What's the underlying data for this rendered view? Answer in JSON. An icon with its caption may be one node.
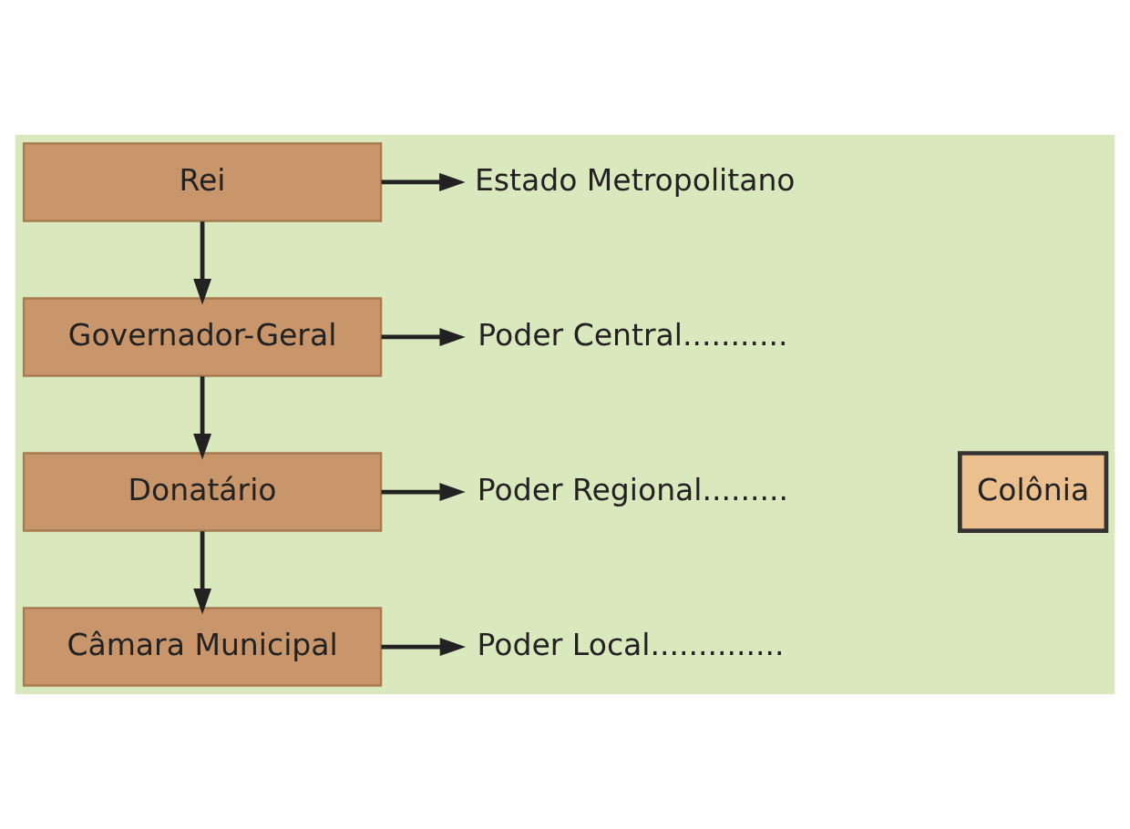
{
  "diagram": {
    "nodes": [
      {
        "text": [
          "Rei"
        ]
      },
      {
        "text": [
          "Governador-Geral"
        ]
      },
      {
        "text": [
          "Donatário"
        ]
      },
      {
        "text": [
          "Câmara Municipal"
        ]
      },
      {
        "text": [
          "Estado Metropolitano"
        ]
      },
      {
        "text": [
          "Poder Central..........."
        ]
      },
      {
        "text": [
          "Poder Regional........."
        ]
      },
      {
        "text": [
          "Poder Local.............."
        ]
      },
      {
        "text": [
          "Colônia"
        ]
      }
    ],
    "edges": [
      {
        "from": 0,
        "to": 1,
        "arrow": "to"
      },
      {
        "from": 1,
        "to": 2,
        "arrow": "to"
      },
      {
        "from": 2,
        "to": 3,
        "arrow": "to"
      },
      {
        "from": 0,
        "to": 4,
        "arrow": "to"
      },
      {
        "from": 1,
        "to": 5,
        "arrow": "to"
      },
      {
        "from": 2,
        "to": 6,
        "arrow": "to"
      },
      {
        "from": 3,
        "to": 7,
        "arrow": "to"
      }
    ]
  }
}
